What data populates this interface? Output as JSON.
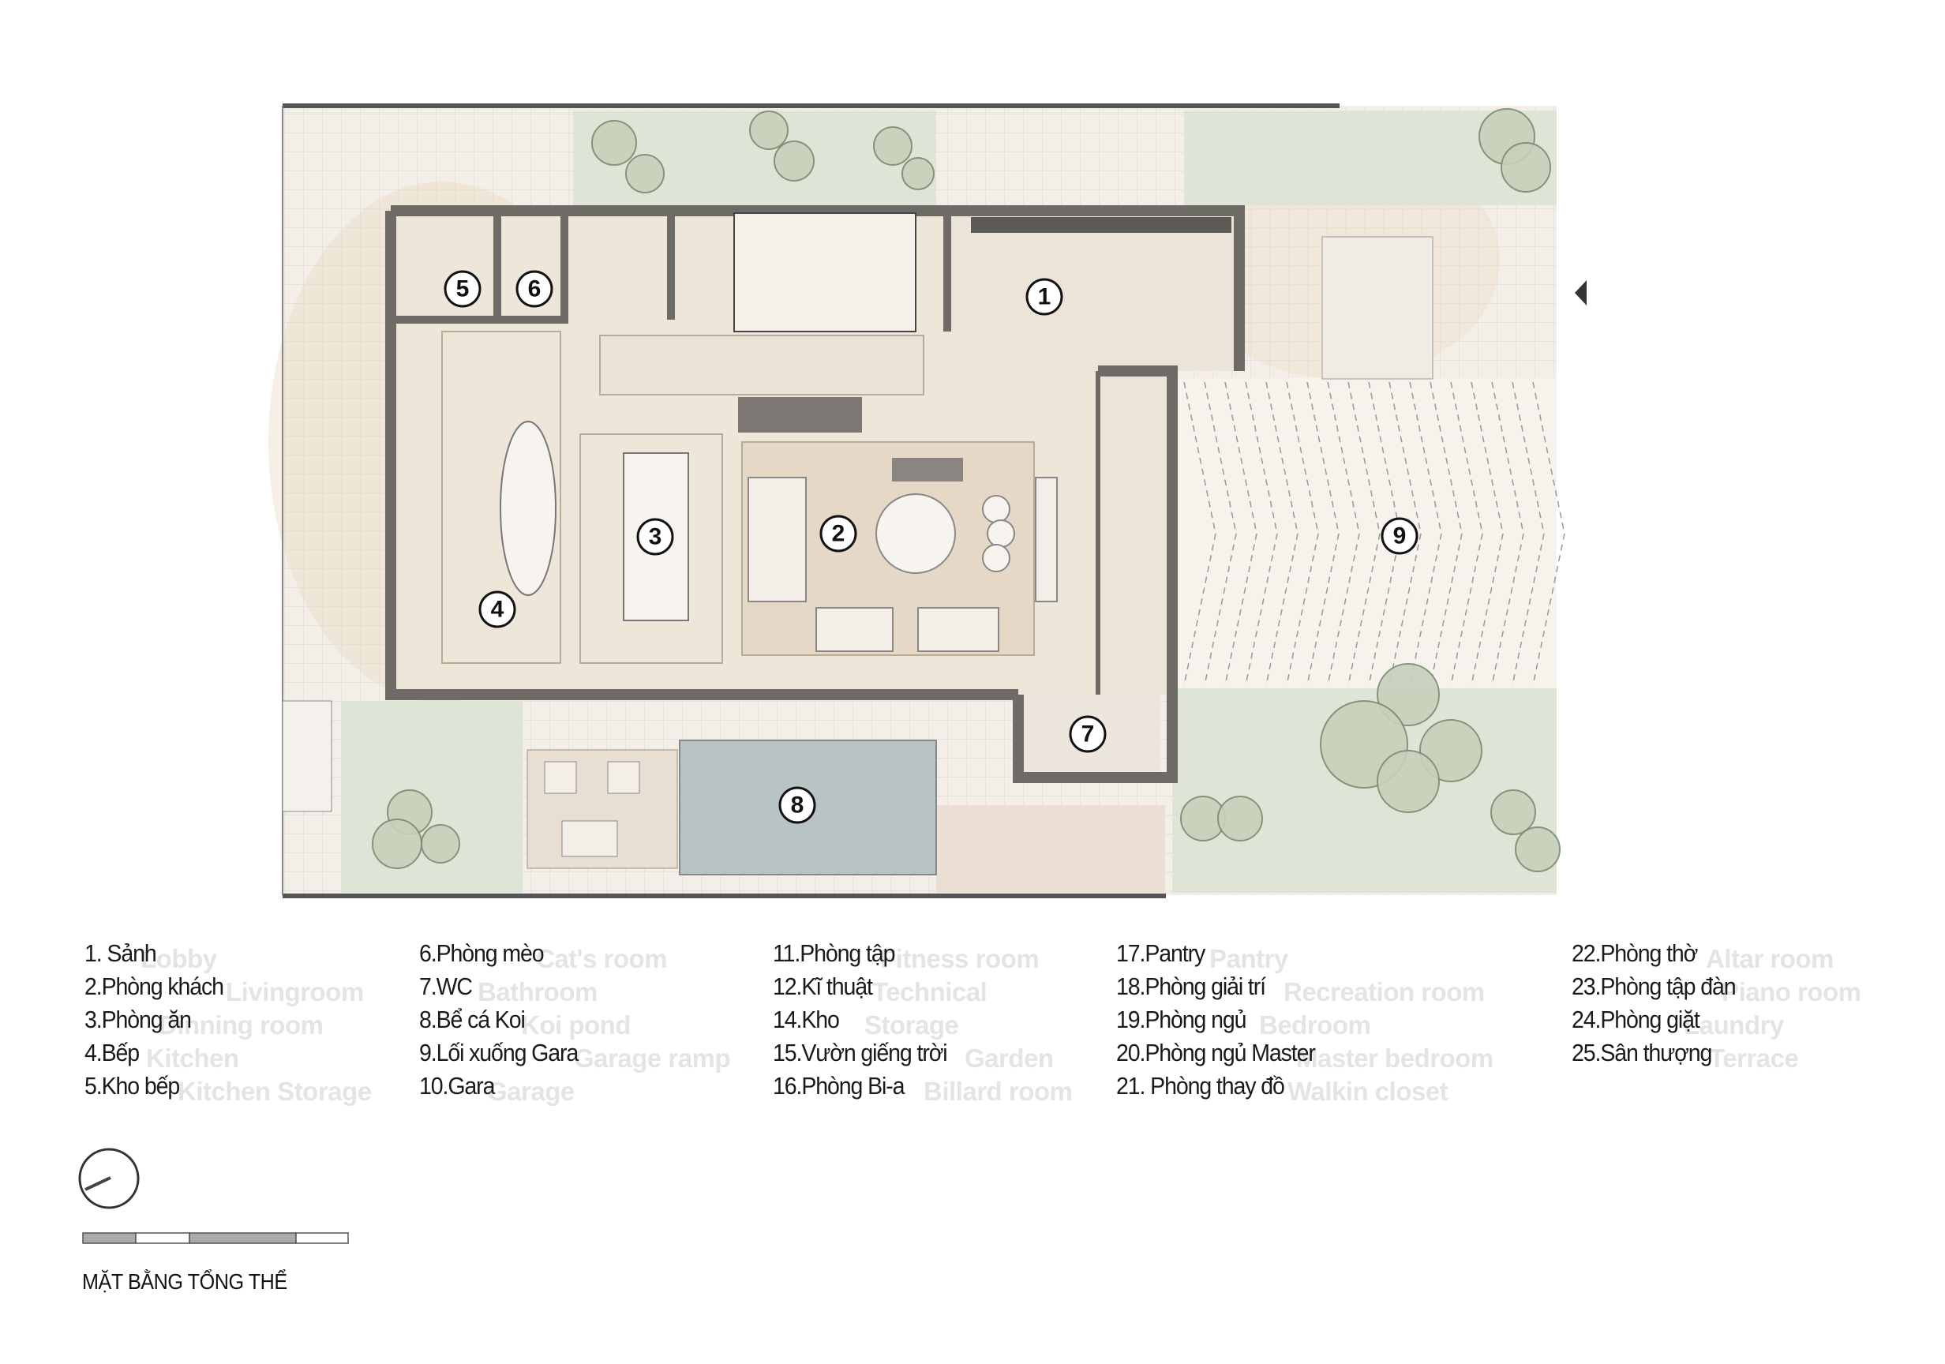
{
  "plan": {
    "title": "MẶT BẰNG TỔNG THỂ",
    "markers": [
      "1",
      "2",
      "3",
      "4",
      "5",
      "6",
      "7",
      "8",
      "9"
    ]
  },
  "legend": {
    "vi": [
      "1. Sảnh",
      "2.Phòng khách",
      "3.Phòng ăn",
      "4.Bếp",
      "5.Kho bếp",
      "6.Phòng mèo",
      "7.WC",
      "8.Bể cá Koi",
      "9.Lối xuống Gara",
      "10.Gara",
      "11.Phòng tập",
      "12.Kĩ thuật",
      "14.Kho",
      "15.Vườn giếng trời",
      "16.Phòng Bi-a",
      "17.Pantry",
      "18.Phòng giải trí",
      "19.Phòng ngủ",
      "20.Phòng ngủ Master",
      "21. Phòng thay đồ",
      "22.Phòng thờ",
      "23.Phòng tập đàn",
      "24.Phòng giặt",
      "25.Sân thượng"
    ],
    "en": [
      "Lobby",
      "Livingroom",
      "Dinning room",
      "Kitchen",
      "Kitchen Storage",
      "Cat's room",
      "Bathroom",
      "Koi pond",
      "Garage ramp",
      "Garage",
      "Fitness room",
      "Technical",
      "Storage",
      "Garden",
      "Billard room",
      "Pantry",
      "Recreation room",
      "Bedroom",
      "Master bedroom",
      "Walkin closet",
      "Altar room",
      "Piano room",
      "Laundry",
      "Terrace"
    ]
  },
  "colors": {
    "wall": "#6e6a66",
    "floor": "#efe7dc",
    "garden": "#dfe5d6",
    "pond": "#b8c3c6",
    "tree": "#7b8c72"
  }
}
